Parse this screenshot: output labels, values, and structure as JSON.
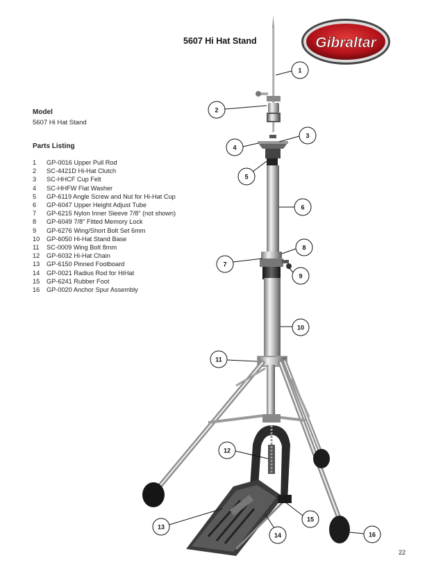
{
  "header": {
    "title": "5607 Hi Hat Stand",
    "logo_text": "Gibraltar"
  },
  "model": {
    "heading": "Model",
    "value": "5607 Hi Hat Stand"
  },
  "parts": {
    "heading": "Parts Listing",
    "items": [
      {
        "num": "1",
        "desc": "GP-0016 Upper Pull Rod"
      },
      {
        "num": "2",
        "desc": "SC-4421D Hi-Hat Clutch"
      },
      {
        "num": "3",
        "desc": "SC-HHCF Cup Felt"
      },
      {
        "num": "4",
        "desc": "SC-HHFW Flat Washer"
      },
      {
        "num": "5",
        "desc": "GP-6119 Angle Screw and Nut for Hi-Hat Cup"
      },
      {
        "num": "6",
        "desc": "GP-6047 Upper Height Adjust Tube"
      },
      {
        "num": "7",
        "desc": "GP-6215 Nylon Inner Sleeve 7/8\" (not shown)"
      },
      {
        "num": "8",
        "desc": "GP-6049 7/8\" Fitted Memory Lock"
      },
      {
        "num": "9",
        "desc": "GP-6276 Wing/Short Bolt Set 6mm"
      },
      {
        "num": "10",
        "desc": "GP-6050 Hi-Hat Stand Base"
      },
      {
        "num": "11",
        "desc": "SC-0009 Wing Bolt 8mm"
      },
      {
        "num": "12",
        "desc": "GP-6032 Hi-Hat Chain"
      },
      {
        "num": "13",
        "desc": "GP-6150 Pinned Footboard"
      },
      {
        "num": "14",
        "desc": "GP-0021 Radius Rod for HiHat"
      },
      {
        "num": "15",
        "desc": "GP-6241 Rubber Foot"
      },
      {
        "num": "16",
        "desc": "GP-0020 Anchor Spur Assembly"
      }
    ]
  },
  "callouts": [
    "1",
    "2",
    "3",
    "4",
    "5",
    "6",
    "7",
    "8",
    "9",
    "10",
    "11",
    "12",
    "13",
    "14",
    "15",
    "16"
  ],
  "page_number": "22",
  "colors": {
    "logo_red": "#c0141c",
    "chrome": "#b8b8b8",
    "dark_metal": "#333333"
  }
}
